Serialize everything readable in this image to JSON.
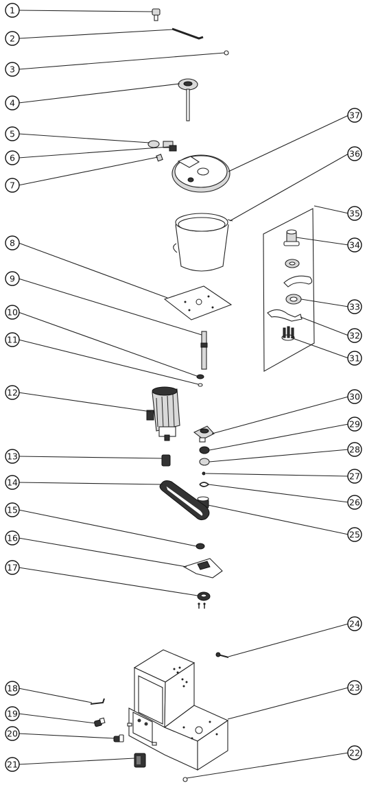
{
  "diagram": {
    "callouts": [
      {
        "label": "1"
      },
      {
        "label": "2"
      },
      {
        "label": "3"
      },
      {
        "label": "4"
      },
      {
        "label": "5"
      },
      {
        "label": "6"
      },
      {
        "label": "7"
      },
      {
        "label": "8"
      },
      {
        "label": "9"
      },
      {
        "label": "10"
      },
      {
        "label": "11"
      },
      {
        "label": "12"
      },
      {
        "label": "13"
      },
      {
        "label": "14"
      },
      {
        "label": "15"
      },
      {
        "label": "16"
      },
      {
        "label": "17"
      },
      {
        "label": "18"
      },
      {
        "label": "19"
      },
      {
        "label": "20"
      },
      {
        "label": "21"
      },
      {
        "label": "22"
      },
      {
        "label": "23"
      },
      {
        "label": "24"
      },
      {
        "label": "25"
      },
      {
        "label": "26"
      },
      {
        "label": "27"
      },
      {
        "label": "28"
      },
      {
        "label": "29"
      },
      {
        "label": "30"
      },
      {
        "label": "31"
      },
      {
        "label": "32"
      },
      {
        "label": "33"
      },
      {
        "label": "34"
      },
      {
        "label": "35"
      },
      {
        "label": "36"
      },
      {
        "label": "37"
      }
    ]
  }
}
